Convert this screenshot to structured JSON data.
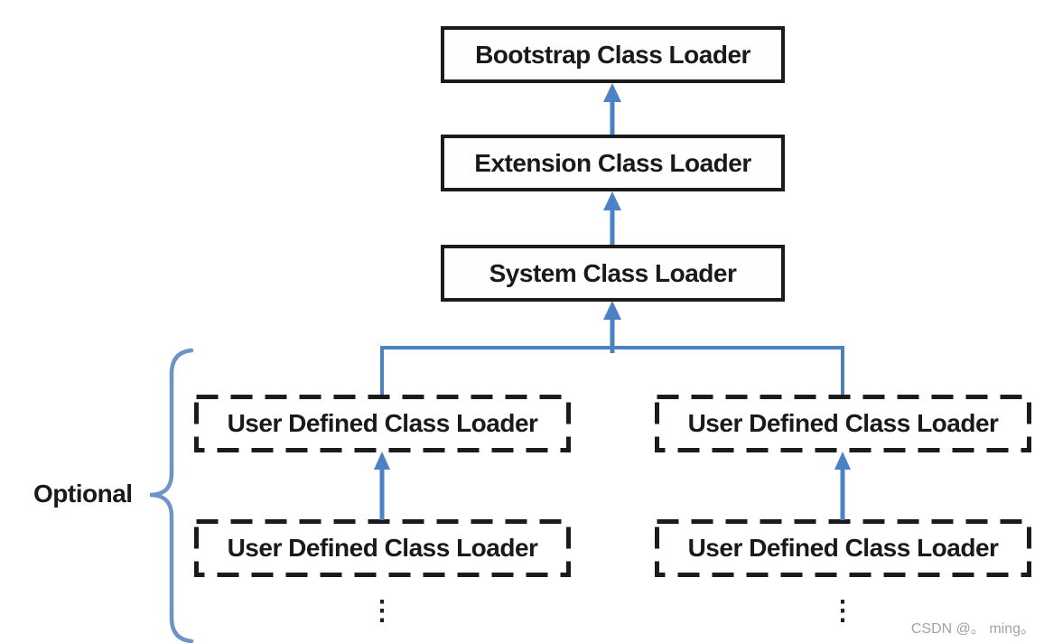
{
  "diagram": {
    "type": "hierarchy",
    "nodes": {
      "bootstrap": {
        "label": "Bootstrap Class Loader",
        "style": "solid"
      },
      "extension": {
        "label": "Extension Class Loader",
        "style": "solid"
      },
      "system": {
        "label": "System Class Loader",
        "style": "solid"
      },
      "user_left_top": {
        "label": "User Defined Class Loader",
        "style": "dashed"
      },
      "user_right_top": {
        "label": "User Defined Class Loader",
        "style": "dashed"
      },
      "user_left_bottom": {
        "label": "User Defined Class Loader",
        "style": "dashed"
      },
      "user_right_bottom": {
        "label": "User Defined Class Loader",
        "style": "dashed"
      }
    },
    "edges": [
      {
        "from": "extension",
        "to": "bootstrap"
      },
      {
        "from": "system",
        "to": "extension"
      },
      {
        "from": "user_left_top",
        "to": "system"
      },
      {
        "from": "user_right_top",
        "to": "system"
      },
      {
        "from": "user_left_bottom",
        "to": "user_left_top"
      },
      {
        "from": "user_right_bottom",
        "to": "user_right_top"
      }
    ],
    "optional_label": "Optional",
    "ellipsis": "⋮",
    "watermark": "CSDN @。 ming。",
    "colors": {
      "arrow": "#4a82c4",
      "brace": "#6d94c6",
      "box_border": "#1b1b1b",
      "text": "#1a1a1a",
      "watermark": "#a3a3a3",
      "background": "#ffffff"
    }
  }
}
